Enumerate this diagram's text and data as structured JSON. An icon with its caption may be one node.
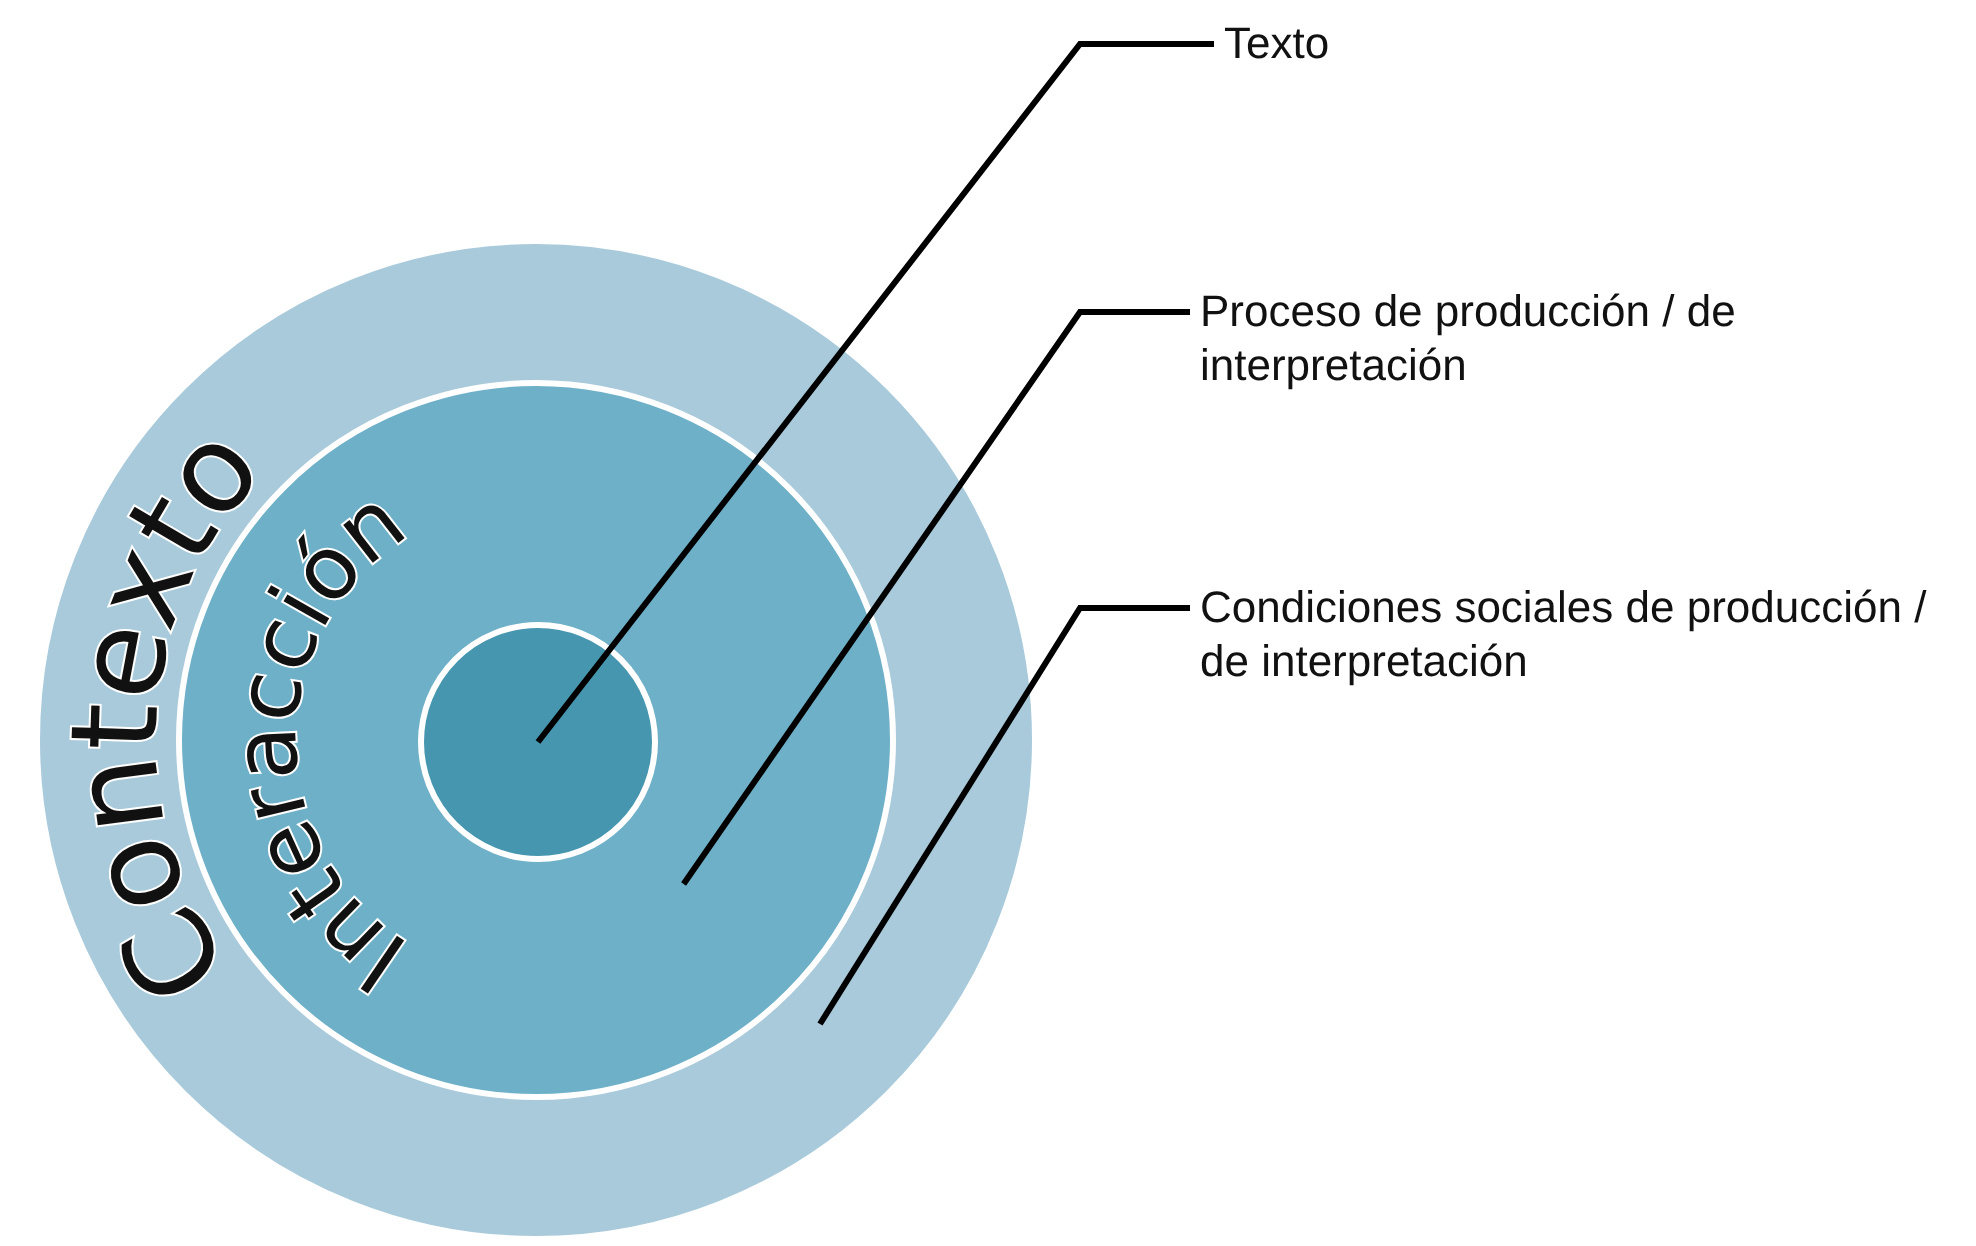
{
  "diagram": {
    "nodes": [
      {
        "text": [
          "Contexto"
        ]
      },
      {
        "text": [
          "Interacción"
        ],
        "in": 0
      },
      {
        "text": [],
        "shape": "circle",
        "in": 1
      },
      {
        "text": [
          "Texto"
        ]
      },
      {
        "text": [
          "Proceso de producción / de interpretación"
        ]
      },
      {
        "text": [
          "Condiciones sociales de producción / de interpretación"
        ]
      }
    ],
    "edges": [
      {
        "from": 3,
        "to": 2,
        "arrow": "none"
      },
      {
        "from": 4,
        "to": 1,
        "arrow": "none"
      },
      {
        "from": 5,
        "to": 0,
        "arrow": "none"
      }
    ]
  }
}
